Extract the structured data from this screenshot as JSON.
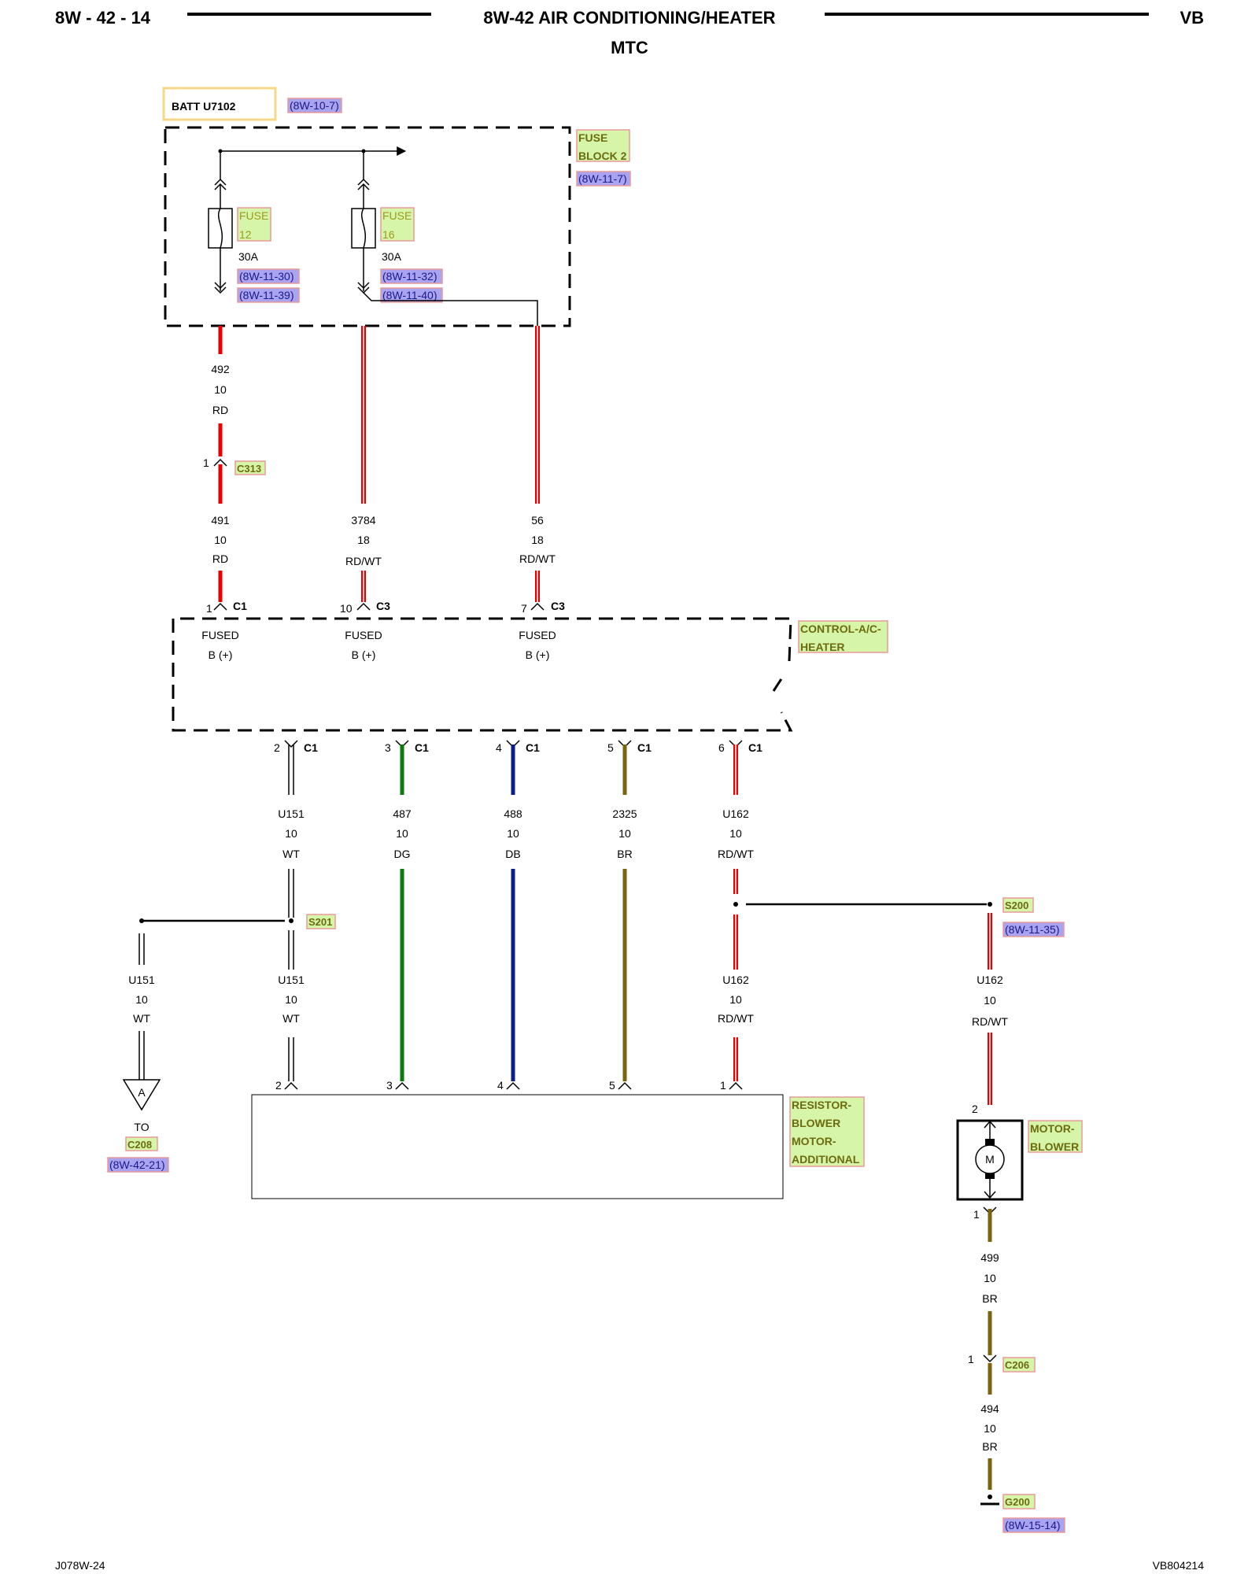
{
  "header": {
    "page_id": "8W - 42 - 14",
    "title": "8W-42 AIR CONDITIONING/HEATER",
    "subtitle": "MTC",
    "vehicle": "VB"
  },
  "footer": {
    "left": "J078W-24",
    "right": "VB804214"
  },
  "colors": {
    "RD": "#e60000",
    "WT": "#ffffff",
    "DG": "#0a7a0a",
    "DB": "#0b1f8c",
    "BR": "#7a6410"
  },
  "components": {
    "batt": "BATT U7102",
    "batt_ref": "(8W-10-7)",
    "fuse_block_l1": "FUSE",
    "fuse_block_l2": "BLOCK 2",
    "fuse_block_ref": "(8W-11-7)",
    "fuse12": {
      "l1": "FUSE",
      "l2": "12",
      "rating": "30A",
      "ref1": "(8W-11-30)",
      "ref2": "(8W-11-39)"
    },
    "fuse16": {
      "l1": "FUSE",
      "l2": "16",
      "rating": "30A",
      "ref1": "(8W-11-32)",
      "ref2": "(8W-11-40)"
    },
    "control_l1": "CONTROL-A/C-",
    "control_l2": "HEATER",
    "resistor_l1": "RESISTOR-",
    "resistor_l2": "BLOWER",
    "resistor_l3": "MOTOR-",
    "resistor_l4": "ADDITIONAL",
    "motor_l1": "MOTOR-",
    "motor_l2": "BLOWER",
    "motor_symbol": "M",
    "offpage_symbol": "A",
    "offpage_to": "TO",
    "offpage_conn": "C208",
    "offpage_ref": "(8W-42-21)"
  },
  "connectors": {
    "c313": "C313",
    "c313_pin": "1",
    "c1": "C1",
    "c3": "C3",
    "s201": "S201",
    "s200": "S200",
    "s200_ref": "(8W-11-35)",
    "c206": "C206",
    "c206_pin": "1",
    "g200": "G200",
    "g200_ref": "(8W-15-14)"
  },
  "pins": {
    "ctrl_in": [
      "1",
      "10",
      "7"
    ],
    "ctrl_out": [
      "2",
      "3",
      "4",
      "5",
      "6"
    ],
    "res_in": [
      "2",
      "3",
      "4",
      "5",
      "1"
    ],
    "motor_top": "2",
    "motor_bottom": "1"
  },
  "pin_labels": {
    "fused": "FUSED",
    "bplus": "B (+)"
  },
  "wires": {
    "w492": [
      "492",
      "10",
      "RD"
    ],
    "w491": [
      "491",
      "10",
      "RD"
    ],
    "w3784": [
      "3784",
      "18",
      "RD/WT"
    ],
    "w56": [
      "56",
      "18",
      "RD/WT"
    ],
    "w_u151": [
      "U151",
      "10",
      "WT"
    ],
    "w_487": [
      "487",
      "10",
      "DG"
    ],
    "w_488": [
      "488",
      "10",
      "DB"
    ],
    "w_2325": [
      "2325",
      "10",
      "BR"
    ],
    "w_u162": [
      "U162",
      "10",
      "RD/WT"
    ],
    "w_u151_left": [
      "U151",
      "10",
      "WT"
    ],
    "w_u151_low": [
      "U151",
      "10",
      "WT"
    ],
    "w_u162_low": [
      "U162",
      "10",
      "RD/WT"
    ],
    "w_u162_motor": [
      "U162",
      "10",
      "RD/WT"
    ],
    "w_499": [
      "499",
      "10",
      "BR"
    ],
    "w_494": [
      "494",
      "10",
      "BR"
    ]
  }
}
